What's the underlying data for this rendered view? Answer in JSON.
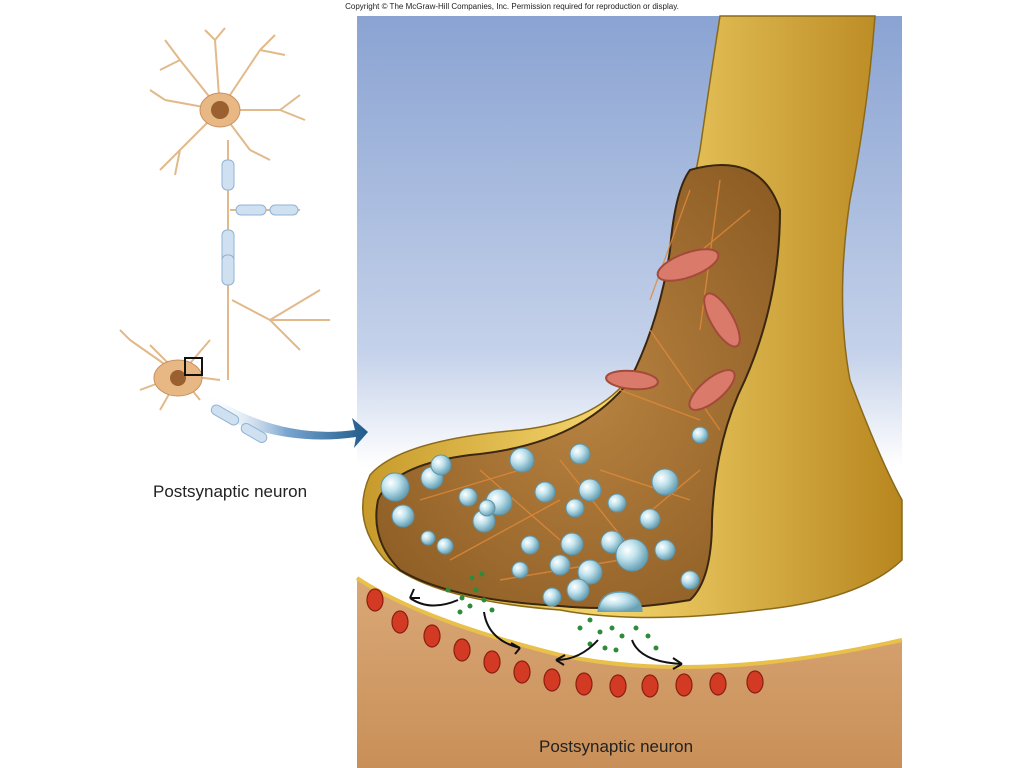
{
  "copyright": "Copyright © The McGraw-Hill Companies, Inc. Permission required for reproduction or display.",
  "labels": {
    "left_neuron": "Postsynaptic neuron",
    "bottom_neuron": "Postsynaptic neuron"
  },
  "colors": {
    "axon_gold": "#e8c04a",
    "terminal_interior": "#a87434",
    "vesicle": "#a9d6e3",
    "receptor": "#cc3322",
    "neurotransmitter": "#2e8b3a",
    "background_top": "#8ea8d4",
    "neuron_sketch": "#e9c49a"
  }
}
